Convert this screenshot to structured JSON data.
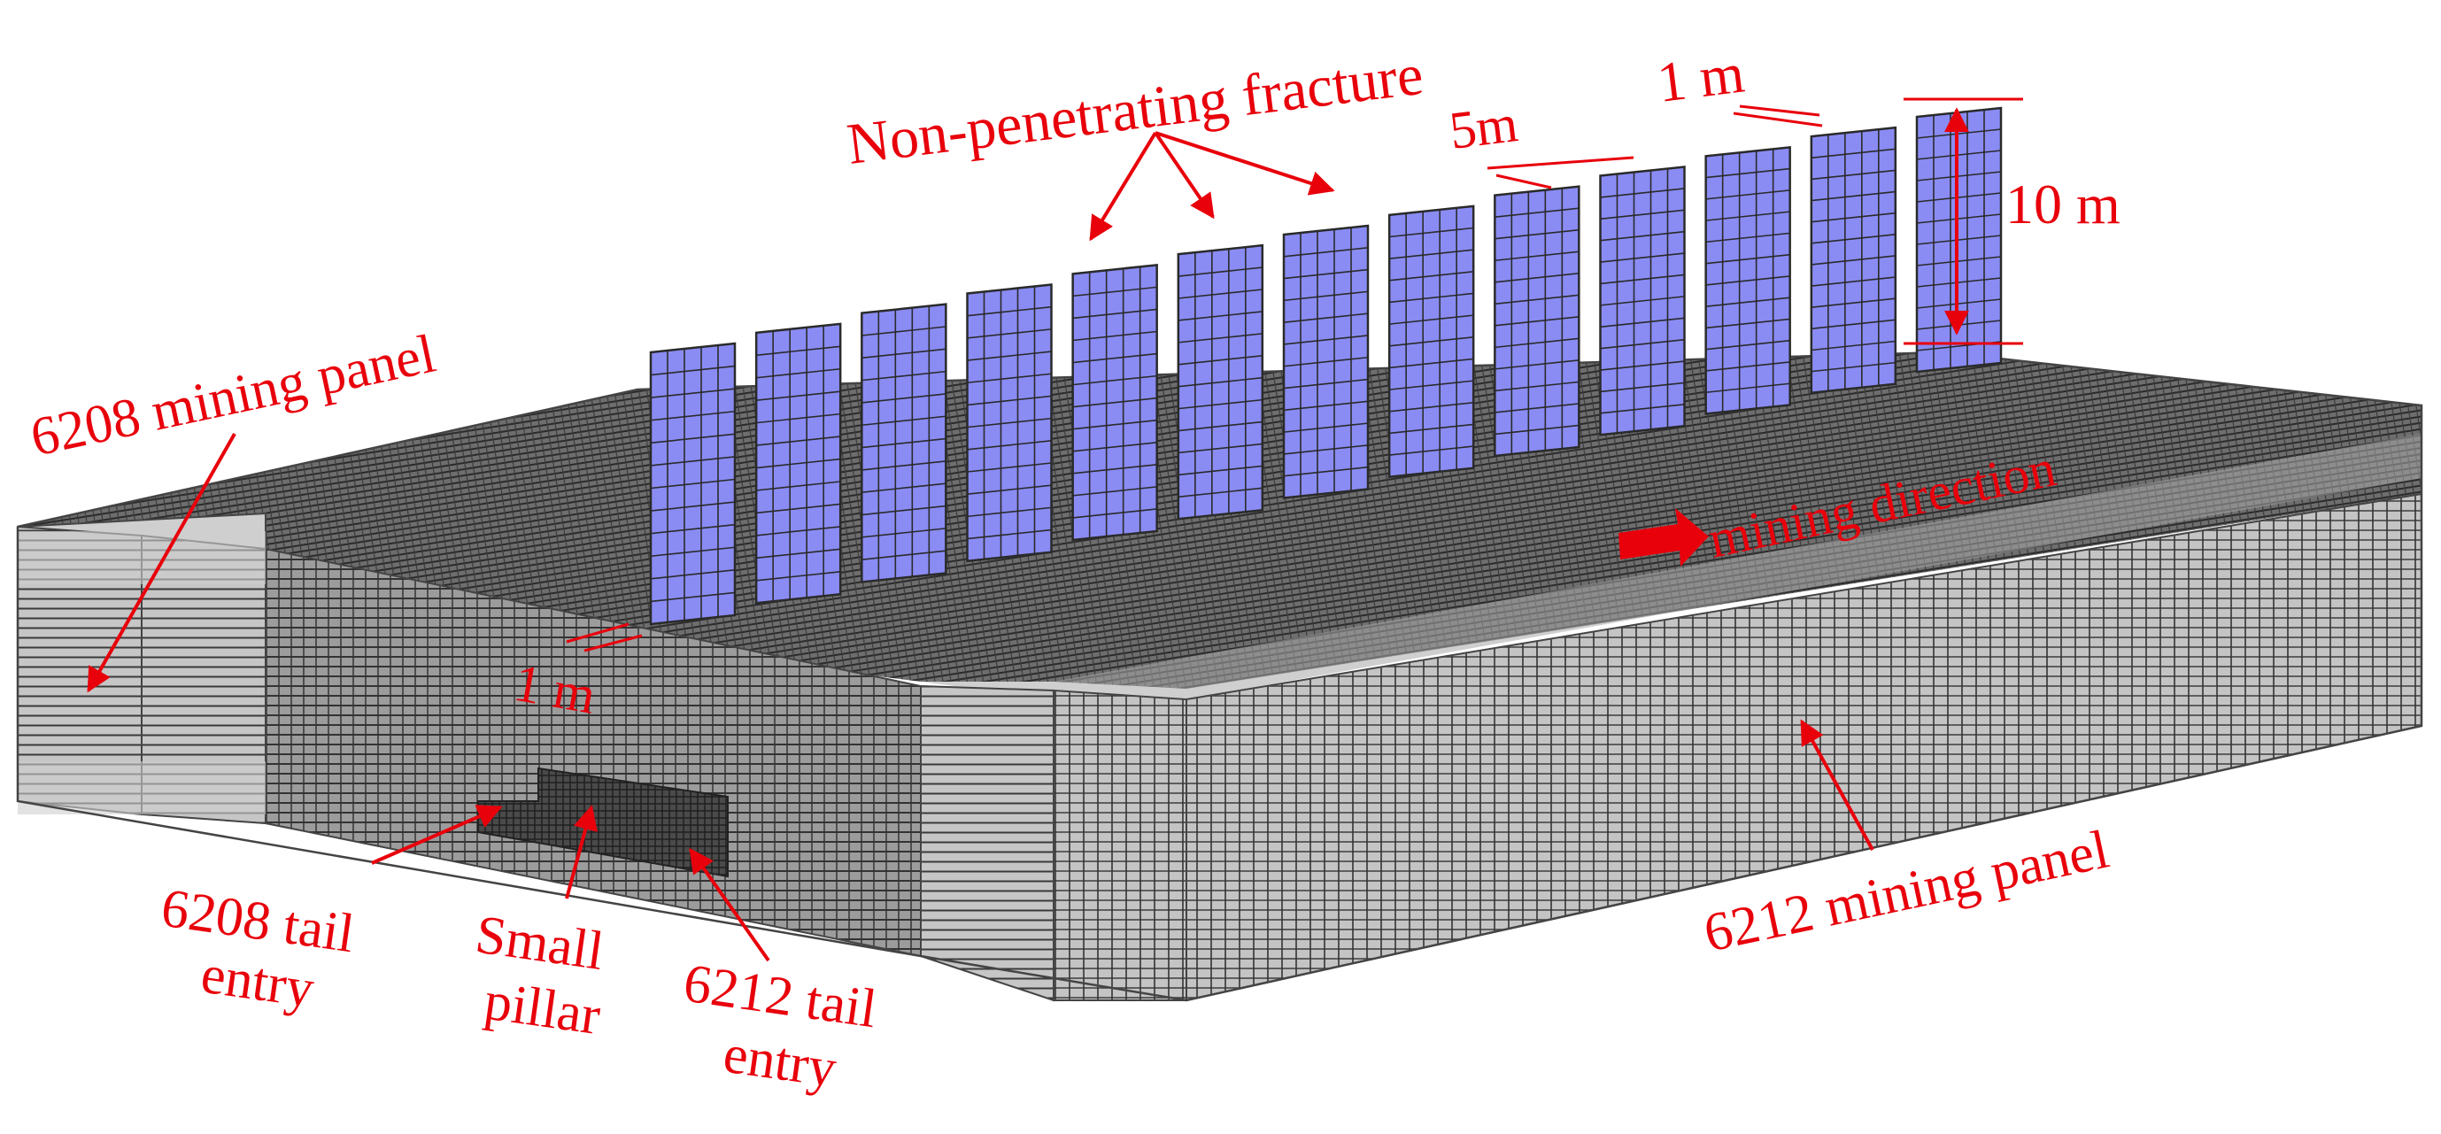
{
  "labels": {
    "fracture": "Non-penetrating fracture",
    "dim_1m_top": "1 m",
    "dim_5m": "5m",
    "dim_10m": "10 m",
    "panel_6208": "6208 mining panel",
    "mining_direction": "mining direction",
    "dim_1m_bottom": "1 m",
    "tail_6208_l1": "6208 tail",
    "tail_6208_l2": "entry",
    "small_l1": "Small",
    "small_l2": "pillar",
    "tail_6212_l1": "6212 tail",
    "tail_6212_l2": "entry",
    "panel_6212": "6212 mining panel"
  },
  "fracture_panel_count": 13,
  "colors": {
    "annotation": "#e8000b",
    "fracture_fill": "#8a8cf4",
    "block_light": "#cfcfcf",
    "block_side": "#bdbdbd",
    "block_dark": "#5a5a5a",
    "grid_line": "#2a2a2a"
  }
}
